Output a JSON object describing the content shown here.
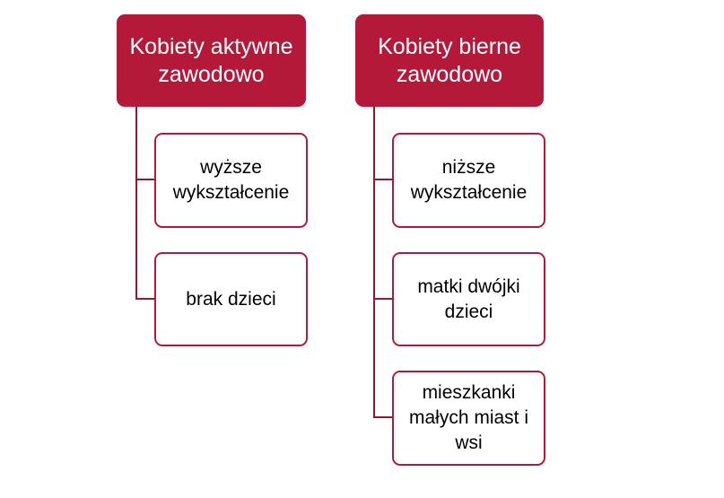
{
  "colors": {
    "header_fill": "#B5193A",
    "connector": "#8E1B33",
    "child_border": "#B5193A"
  },
  "groups": [
    {
      "title": "Kobiety aktywne zawodowo",
      "items": [
        "wyższe wykształcenie",
        "brak dzieci"
      ]
    },
    {
      "title": "Kobiety bierne zawodowo",
      "items": [
        "niższe wykształcenie",
        "matki dwójki dzieci",
        "mieszkanki małych miast i wsi"
      ]
    }
  ]
}
